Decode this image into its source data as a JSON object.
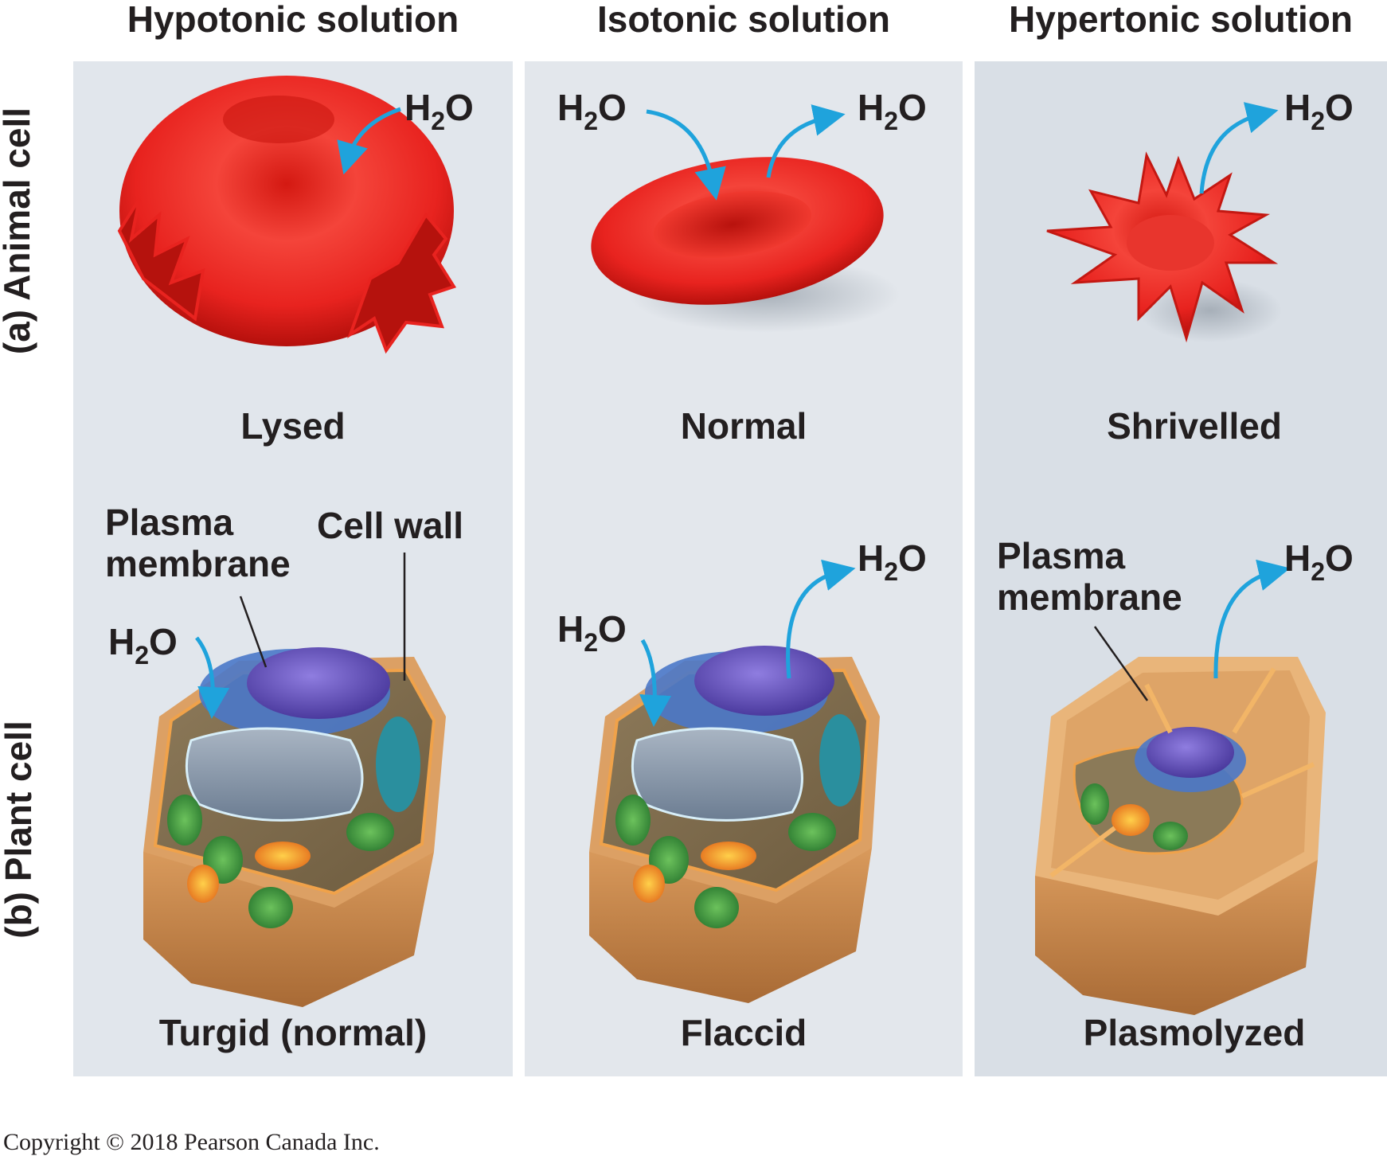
{
  "columns": {
    "hypotonic": "Hypotonic solution",
    "isotonic": "Isotonic solution",
    "hypertonic": "Hypertonic solution"
  },
  "rows": {
    "animal": "(a) Animal cell",
    "plant": "(b) Plant cell"
  },
  "water": {
    "main": "H",
    "sub": "2",
    "tail": "O"
  },
  "animal_states": {
    "hypotonic": "Lysed",
    "isotonic": "Normal",
    "hypertonic": "Shrivelled"
  },
  "plant_states": {
    "hypotonic": "Turgid (normal)",
    "isotonic": "Flaccid",
    "hypertonic": "Plasmolyzed"
  },
  "labels": {
    "plasma_membrane_line1": "Plasma",
    "plasma_membrane_line2": "membrane",
    "cell_wall": "Cell wall"
  },
  "colors": {
    "arrow": "#1fa3dc",
    "blood_cell": "#e8231f",
    "cell_wall": "#c98a4b",
    "nucleus": "#6a55b8",
    "chloroplast": "#3f9a3a"
  },
  "copyright": "Copyright © 2018 Pearson Canada Inc."
}
